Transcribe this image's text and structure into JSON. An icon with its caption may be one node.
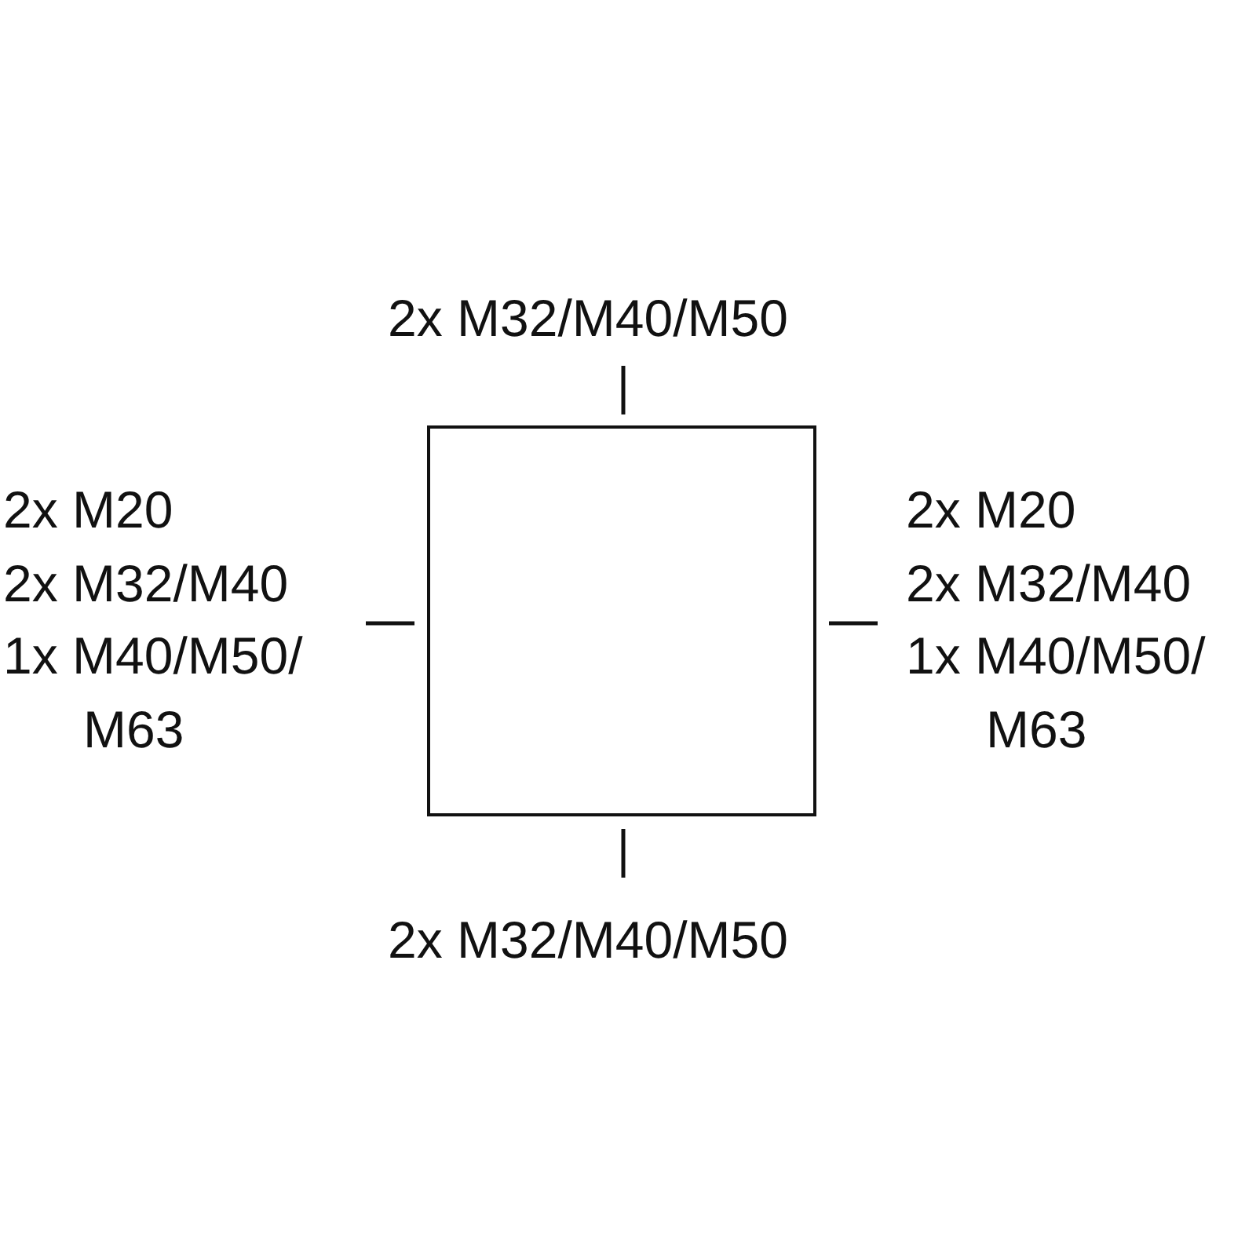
{
  "diagram": {
    "nodes": [
      {
        "text": [],
        "shape": "box"
      }
    ],
    "labels": [
      "2x M32/M40/M50",
      "2x M20",
      "2x M32/M40",
      "1x M40/M50/ M63",
      "2x M20",
      "2x M32/M40",
      "1x M40/M50/ M63",
      "2x M32/M40/M50"
    ]
  }
}
